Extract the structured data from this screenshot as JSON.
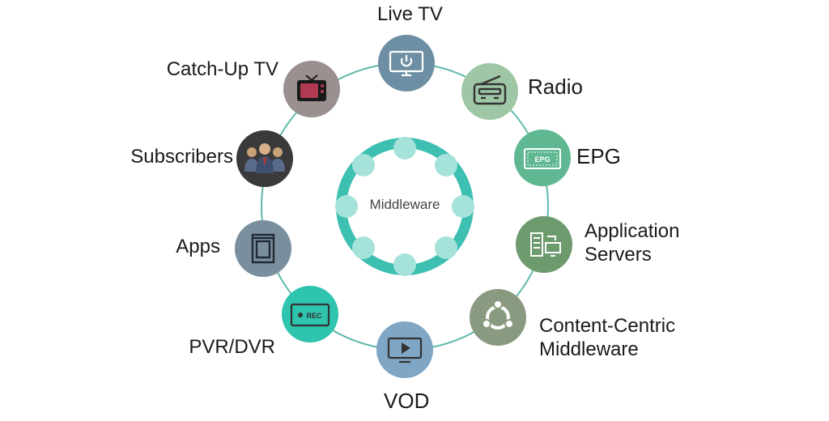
{
  "diagram": {
    "center": {
      "label": "Middleware"
    },
    "colors": {
      "ring": "#5fb8ab",
      "gear": "#3dbfb1",
      "gear_inner": "#a5e2da",
      "icon_line": "#ffffff"
    },
    "nodes": [
      {
        "id": "live-tv",
        "label": "Live TV",
        "icon": "tv-power-icon",
        "color": "#6e8fa3"
      },
      {
        "id": "radio",
        "label": "Radio",
        "icon": "radio-icon",
        "color": "#9fc7a6"
      },
      {
        "id": "epg",
        "label": "EPG",
        "icon": "epg-icon",
        "color": "#5fb892"
      },
      {
        "id": "application-servers",
        "label_lines": [
          "Application",
          "Servers"
        ],
        "icon": "server-icon",
        "color": "#6e9b6e"
      },
      {
        "id": "content-centric-middleware",
        "label_lines": [
          "Content-Centric",
          "Middleware"
        ],
        "icon": "ubuntu-icon",
        "color": "#8a9a80"
      },
      {
        "id": "vod",
        "label": "VOD",
        "icon": "play-screen-icon",
        "color": "#7fa6c4"
      },
      {
        "id": "pvr-dvr",
        "label": "PVR/DVR",
        "icon": "rec-icon",
        "color": "#2ec4ae",
        "icon_text": "REC"
      },
      {
        "id": "apps",
        "label": "Apps",
        "icon": "app-window-icon",
        "color": "#7a8f9e"
      },
      {
        "id": "subscribers",
        "label": "Subscribers",
        "icon": "people-icon",
        "color": "#3a3a3a"
      },
      {
        "id": "catch-up-tv",
        "label": "Catch-Up TV",
        "icon": "retro-tv-icon",
        "color": "#9a9090"
      }
    ],
    "epg_icon_text": "EPG"
  }
}
